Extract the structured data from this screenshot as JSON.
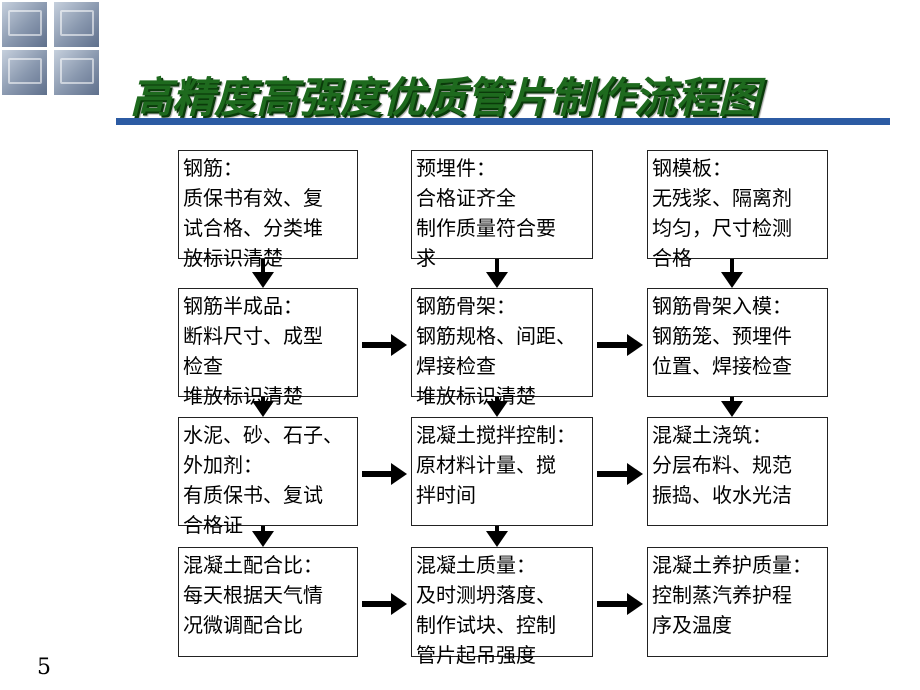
{
  "title": "高精度高强度优质管片制作流程图",
  "page_number": "5",
  "boxes": [
    {
      "id": "b11",
      "lines": [
        "钢筋：",
        "质保书有效、复",
        "试合格、分类堆",
        "放标识清楚"
      ]
    },
    {
      "id": "b12",
      "lines": [
        "预埋件：",
        "合格证齐全",
        "制作质量符合要",
        "求"
      ]
    },
    {
      "id": "b13",
      "lines": [
        "钢模板：",
        "无残浆、隔离剂",
        "均匀，尺寸检测",
        "合格"
      ]
    },
    {
      "id": "b21",
      "lines": [
        "钢筋半成品：",
        "断料尺寸、成型",
        "检查",
        "堆放标识清楚"
      ]
    },
    {
      "id": "b22",
      "lines": [
        "钢筋骨架：",
        "钢筋规格、间距、",
        "焊接检查",
        "堆放标识清楚"
      ]
    },
    {
      "id": "b23",
      "lines": [
        "钢筋骨架入模：",
        "钢筋笼、预埋件",
        "位置、焊接检查"
      ]
    },
    {
      "id": "b31",
      "lines": [
        "水泥、砂、石子、",
        "外加剂：",
        "有质保书、复试",
        "合格证"
      ]
    },
    {
      "id": "b32",
      "lines": [
        "混凝土搅拌控制：",
        "原材料计量、搅",
        "拌时间"
      ]
    },
    {
      "id": "b33",
      "lines": [
        "混凝土浇筑：",
        "分层布料、规范",
        "振捣、收水光洁"
      ]
    },
    {
      "id": "b41",
      "lines": [
        "混凝土配合比：",
        "每天根据天气情",
        "况微调配合比"
      ]
    },
    {
      "id": "b42",
      "lines": [
        "混凝土质量：",
        "及时测坍落度、",
        "制作试块、控制",
        "管片起吊强度"
      ]
    },
    {
      "id": "b43",
      "lines": [
        "混凝土养护质量：",
        "控制蒸汽养护程",
        "序及温度"
      ]
    }
  ],
  "arrows": [
    {
      "from": "b11",
      "to": "b21"
    },
    {
      "from": "b12",
      "to": "b22"
    },
    {
      "from": "b13",
      "to": "b23"
    },
    {
      "from": "b21",
      "to": "b31"
    },
    {
      "from": "b22",
      "to": "b32"
    },
    {
      "from": "b23",
      "to": "b33"
    },
    {
      "from": "b31",
      "to": "b41"
    },
    {
      "from": "b32",
      "to": "b42"
    },
    {
      "from": "b21",
      "to": "b22"
    },
    {
      "from": "b22",
      "to": "b23"
    },
    {
      "from": "b31",
      "to": "b32"
    },
    {
      "from": "b32",
      "to": "b33"
    },
    {
      "from": "b41",
      "to": "b42"
    },
    {
      "from": "b42",
      "to": "b43"
    }
  ],
  "colors": {
    "title": "#1e6a1e",
    "rule": "#2c5ba3"
  }
}
